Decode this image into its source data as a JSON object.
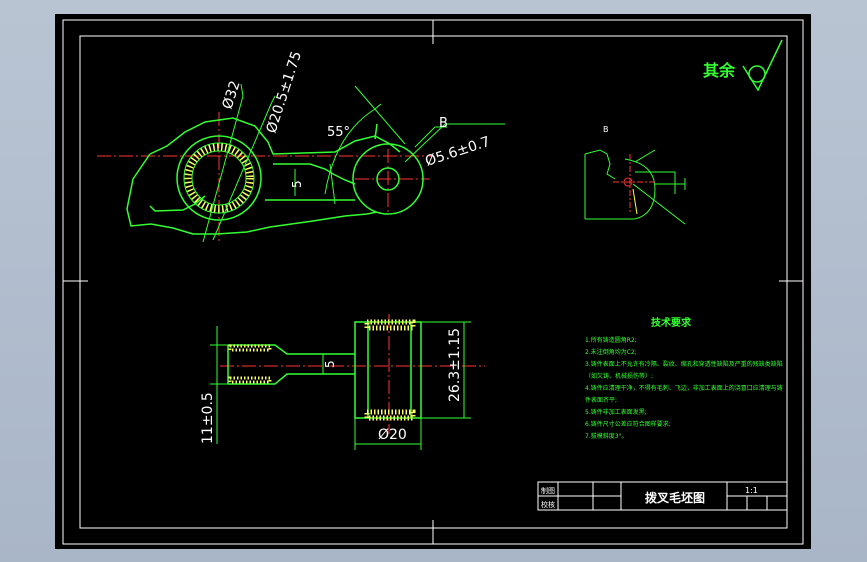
{
  "drawing": {
    "roughness_note": "其余",
    "colors": {
      "outline": "#33ff33",
      "dimension": "#33ff33",
      "centerline": "#ff3333",
      "hatch": "#ffff66",
      "hidden": "#ffff33",
      "border": "#ffffff",
      "background": "#000000"
    },
    "dimensions": {
      "d32": "Ø32",
      "d20_5": "Ø20.5±1.75",
      "angle": "55°",
      "view_b": "B",
      "d5_6": "Ø5.6±0.7",
      "w5_top": "5",
      "w5_bottom": "5",
      "h11": "11±0.5",
      "h26": "26.3±1.15",
      "d20": "Ø20"
    },
    "detail": {
      "label": "B"
    },
    "tech": {
      "title": "技术要求",
      "items": [
        "1.所有铸造圆角R2;",
        "2.未注倒角均为C2;",
        "3.铸件表面上不允许有冷隔、裂纹、缩孔和穿透性缺陷及严重的残缺类缺陷（如欠铸、机械损伤等）;",
        "4.铸件应清理干净，不得有毛刺、飞边，非加工表面上的浇冒口应清理与铸件表面齐平;",
        "5.铸件非加工表面发黑;",
        "6.铸件尺寸公差应符合图样要求;",
        "7.拔模斜度3°。"
      ]
    },
    "title_block": {
      "drawn_label": "制图",
      "check_label": "校核",
      "title": "拨叉毛坯图",
      "scale": "1:1"
    }
  }
}
